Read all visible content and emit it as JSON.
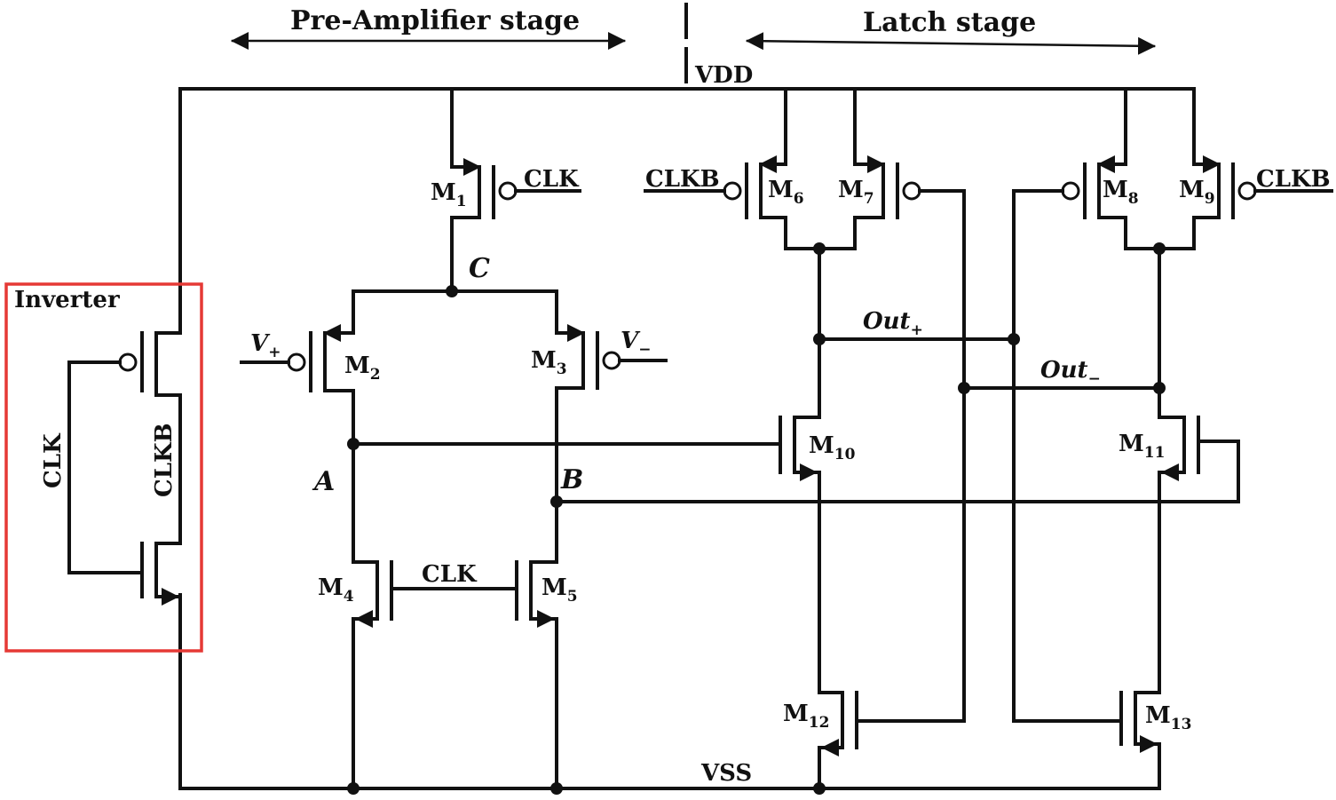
{
  "header": {
    "pre_amplifier": "Pre-Amplifier stage",
    "latch": "Latch stage",
    "vdd": "VDD",
    "vss": "VSS"
  },
  "inverter": {
    "title": "Inverter",
    "clk": "CLK",
    "clkb": "CLKB"
  },
  "nodes": {
    "a": "A",
    "b": "B",
    "c": "C"
  },
  "inputs": {
    "v_plus": "V",
    "v_plus_sub": "+",
    "v_minus": "V",
    "v_minus_sub": "−"
  },
  "outputs": {
    "out_plus": "Out",
    "out_plus_sub": "+",
    "out_minus": "Out",
    "out_minus_sub": "−"
  },
  "signals": {
    "clk_m1": "CLK",
    "clk_m4_m5": "CLK",
    "clkb_m6": "CLKB",
    "clkb_m9": "CLKB"
  },
  "transistors": [
    {
      "id": "m1",
      "letter": "M",
      "sub": "1"
    },
    {
      "id": "m2",
      "letter": "M",
      "sub": "2"
    },
    {
      "id": "m3",
      "letter": "M",
      "sub": "3"
    },
    {
      "id": "m4",
      "letter": "M",
      "sub": "4"
    },
    {
      "id": "m5",
      "letter": "M",
      "sub": "5"
    },
    {
      "id": "m6",
      "letter": "M",
      "sub": "6"
    },
    {
      "id": "m7",
      "letter": "M",
      "sub": "7"
    },
    {
      "id": "m8",
      "letter": "M",
      "sub": "8"
    },
    {
      "id": "m9",
      "letter": "M",
      "sub": "9"
    },
    {
      "id": "m10",
      "letter": "M",
      "sub": "10"
    },
    {
      "id": "m11",
      "letter": "M",
      "sub": "11"
    },
    {
      "id": "m12",
      "letter": "M",
      "sub": "12"
    },
    {
      "id": "m13",
      "letter": "M",
      "sub": "13"
    }
  ],
  "colors": {
    "wire": "#111111",
    "inverter_box": "#e53935",
    "background": "#ffffff"
  }
}
